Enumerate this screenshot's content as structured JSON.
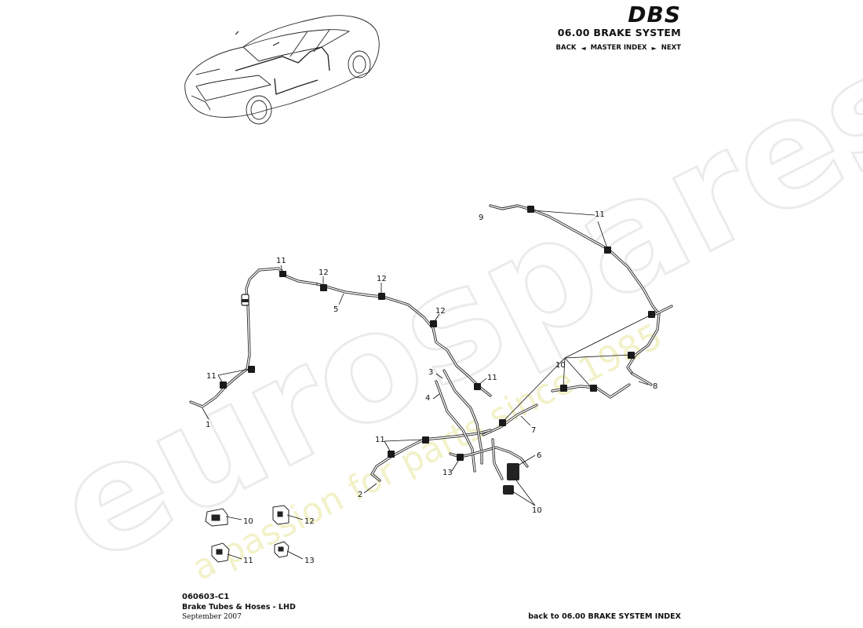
{
  "header": {
    "brand": "DBS",
    "system_title": "06.00 BRAKE SYSTEM",
    "nav": {
      "back": "BACK",
      "master_index": "MASTER INDEX",
      "next": "NEXT"
    }
  },
  "footer": {
    "diagram_code": "060603-C1",
    "description": "Brake Tubes & Hoses - LHD",
    "date": "September 2007",
    "back_link": "back to 06.00 BRAKE SYSTEM INDEX"
  },
  "watermark": {
    "brand": "eurospares",
    "tagline": "a passion for parts since 1985"
  },
  "callouts": [
    "1",
    "2",
    "3",
    "4",
    "5",
    "6",
    "7",
    "8",
    "9",
    "10",
    "11",
    "12",
    "13"
  ]
}
